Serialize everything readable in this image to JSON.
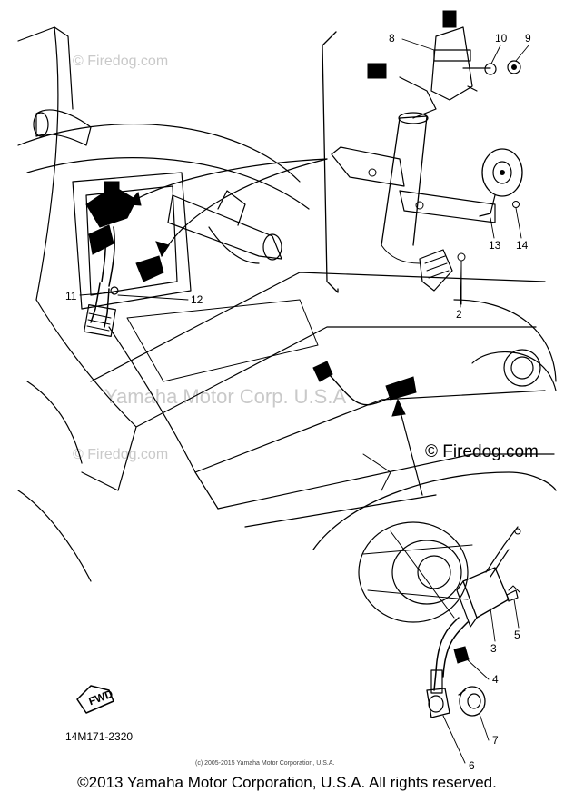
{
  "watermarks": {
    "firedog_1": "© Firedog.com",
    "firedog_2": "© Firedog.com",
    "firedog_main": "© Firedog.com",
    "yamaha": "Yamaha Motor Corp. U.S.A"
  },
  "part_numbers": {
    "p1": "2",
    "p2": "3",
    "p3": "4",
    "p4": "5",
    "p5": "6",
    "p6": "7",
    "p7": "8",
    "p8": "9",
    "p9": "10",
    "p10": "11",
    "p11": "12",
    "p12": "13",
    "p13": "14"
  },
  "fwd_label": "FWD",
  "diagram_code": "14M171-2320",
  "small_copyright": "(c) 2005-2015 Yamaha Motor Corporation, U.S.A.",
  "copyright": "©2013 Yamaha Motor Corporation, U.S.A. All rights reserved."
}
